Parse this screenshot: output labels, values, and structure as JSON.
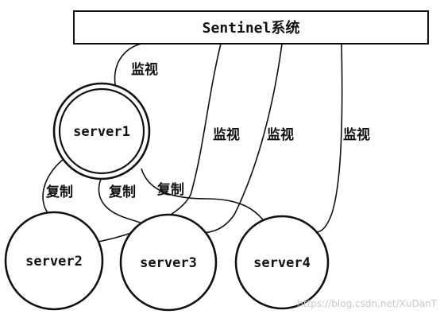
{
  "title": "Sentinel系统",
  "nodes": {
    "server1": "server1",
    "server2": "server2",
    "server3": "server3",
    "server4": "server4"
  },
  "edge_labels": {
    "monitor": "监视",
    "replicate": "复制"
  },
  "watermark": "https://blog.csdn.net/XuDanT"
}
